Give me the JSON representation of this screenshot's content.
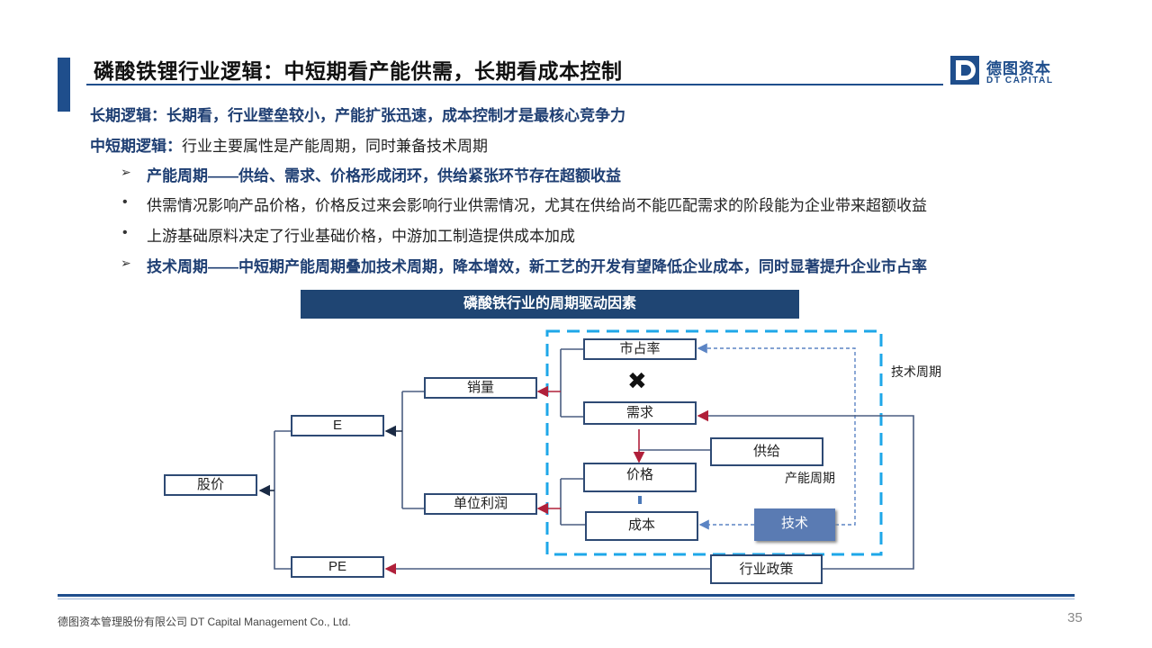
{
  "header": {
    "title": "磷酸铁锂行业逻辑：中短期看产能供需，长期看成本控制",
    "logo_cn": "德图资本",
    "logo_en": "DT CAPITAL",
    "logo_letter": "D"
  },
  "body": {
    "long_term": "长期逻辑：长期看，行业壁垒较小，产能扩张迅速，成本控制才是最核心竞争力",
    "mid_term_label": "中短期逻辑：",
    "mid_term_text": "行业主要属性是产能周期，同时兼备技术周期",
    "capacity_cycle": "产能周期——供给、需求、价格形成闭环，供给紧张环节存在超额收益",
    "bullet1": "供需情况影响产品价格，价格反过来会影响行业供需情况，尤其在供给尚不能匹配需求的阶段能为企业带来超额收益",
    "bullet2": "上游基础原料决定了行业基础价格，中游加工制造提供成本加成",
    "tech_cycle": "技术周期——中短期产能周期叠加技术周期，降本增效，新工艺的开发有望降低企业成本，同时显著提升企业市占率",
    "arrow_bullet": "➢",
    "dot_bullet": "•"
  },
  "diagram": {
    "banner": "磷酸铁行业的周期驱动因素",
    "nodes": {
      "share_price": "股价",
      "e": "E",
      "pe": "PE",
      "sales": "销量",
      "unit_profit": "单位利润",
      "market_share": "市占率",
      "demand": "需求",
      "price": "价格",
      "cost": "成本",
      "supply": "供给",
      "technology": "技术",
      "policy": "行业政策"
    },
    "labels": {
      "tech_cycle": "技术周期",
      "capacity_cycle": "产能周期",
      "cross_mark": "✖"
    }
  },
  "footer": {
    "company": "德图资本管理股份有限公司  DT Capital Management  Co., Ltd.",
    "page": "35"
  }
}
